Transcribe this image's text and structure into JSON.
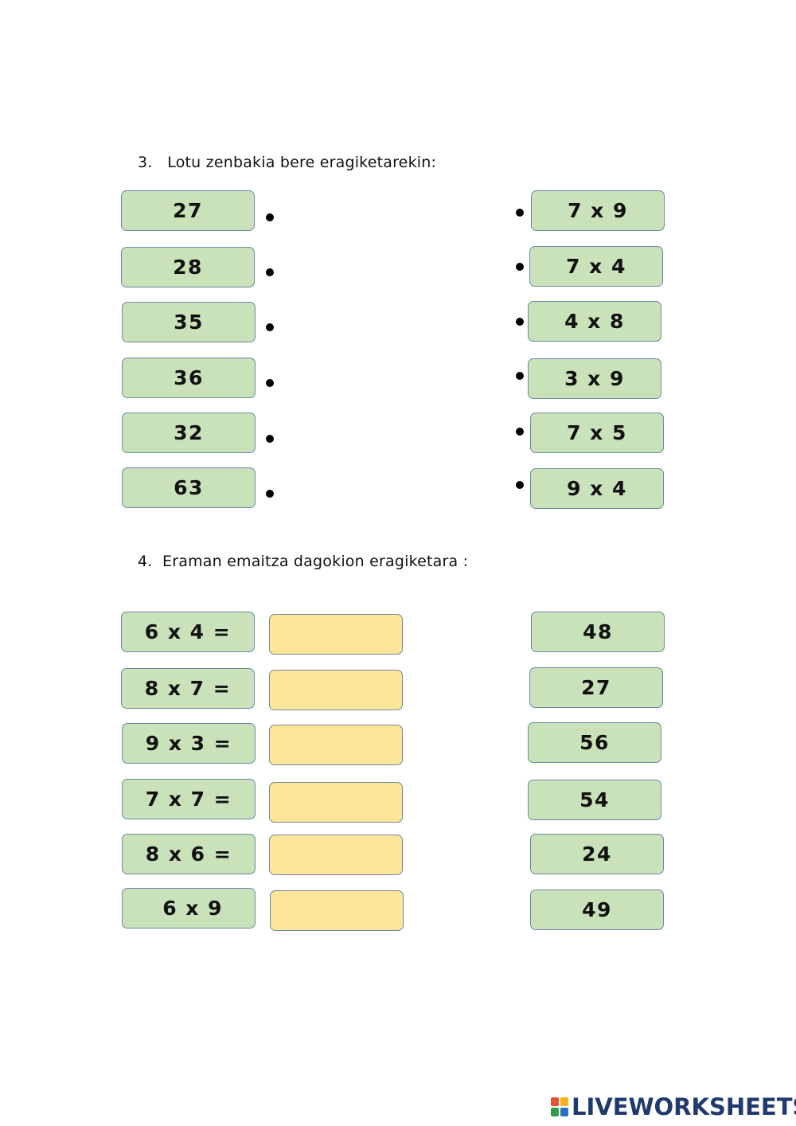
{
  "section3": {
    "instruction": "3.   Lotu zenbakia bere eragiketarekin:",
    "left_items": [
      "27",
      "28",
      "35",
      "36",
      "32",
      "63"
    ],
    "right_items": [
      "7 x 9",
      "7 x 4",
      "4 x 8",
      "3 x 9",
      "7 x 5",
      "9 x 4"
    ]
  },
  "section4": {
    "instruction": "4.  Eraman emaitza dagokion eragiketara :",
    "operations": [
      "6 x 4 =",
      "8 x 7 =",
      "9 x 3 =",
      "7 x 7 =",
      "8 x 6 =",
      " 6 x 9"
    ],
    "answers": [
      "48",
      "27",
      "56",
      "54",
      "24",
      "49"
    ]
  },
  "footer": {
    "logo_text": "LIVEWORKSHEETS",
    "logo_colors": [
      "#e94e3d",
      "#f6b318",
      "#2e9c4a",
      "#2f6fc0"
    ]
  },
  "colors": {
    "box_green": "#c9e2b9",
    "box_yellow": "#fde69a",
    "box_border": "#6c88a3"
  }
}
